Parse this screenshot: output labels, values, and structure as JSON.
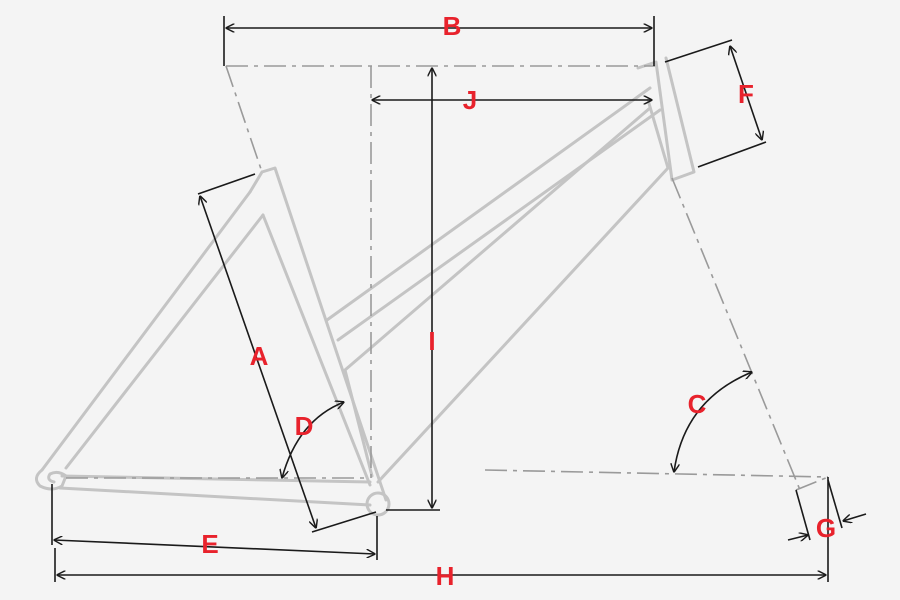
{
  "labels": {
    "A": "A",
    "B": "B",
    "C": "C",
    "D": "D",
    "E": "E",
    "F": "F",
    "G": "G",
    "H": "H",
    "I": "I",
    "J": "J"
  },
  "colors": {
    "background": "#f4f4f4",
    "frame": "#c4c4c4",
    "reference_lines": "#9a9a9a",
    "dimension_lines": "#1a1a1a",
    "labels": "#e8222c"
  }
}
